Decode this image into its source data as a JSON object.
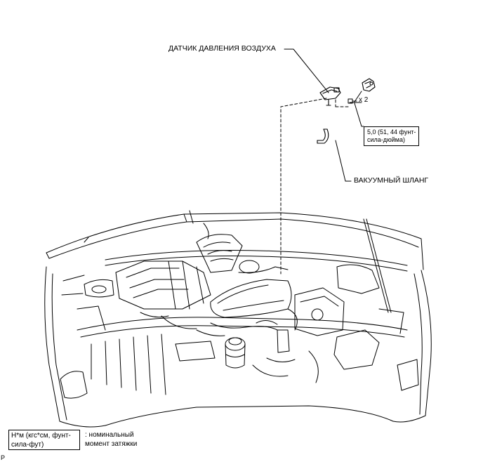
{
  "callouts": {
    "air_pressure_sensor": "ДАТЧИК ДАВЛЕНИЯ ВОЗДУХА",
    "vacuum_hose": "ВАКУУМНЫЙ ШЛАНГ",
    "bolt_qty": "x 2"
  },
  "torque": {
    "line1": "5,0 (51, 44 фунт-",
    "line2": "сила-дюйма)"
  },
  "legend": {
    "unit_line1": "Н*м (кгс*см, фунт-",
    "unit_line2": "сила-фут)",
    "desc_line1": ": номинальный",
    "desc_line2": "момент затяжки"
  },
  "ref_code": "P"
}
